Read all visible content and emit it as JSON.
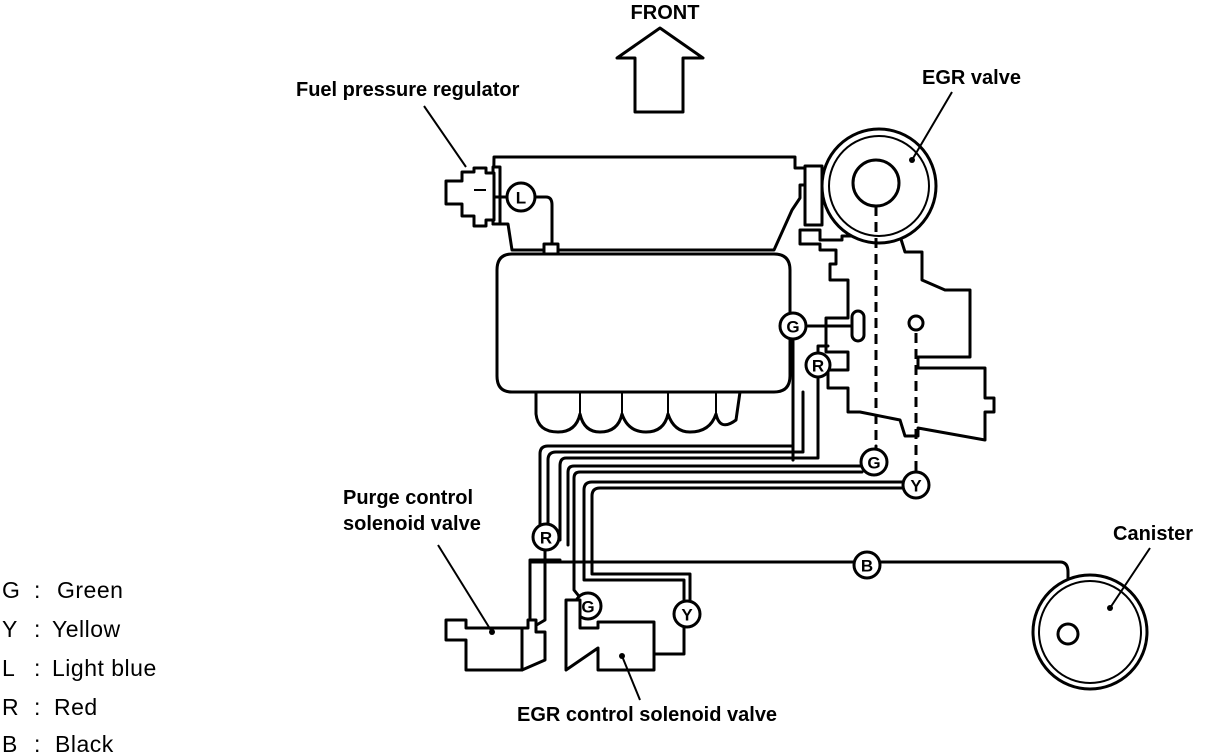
{
  "labels": {
    "front": "FRONT",
    "fuel_pressure_regulator": "Fuel pressure regulator",
    "egr_valve": "EGR valve",
    "purge_control_line1": "Purge control",
    "purge_control_line2": "solenoid valve",
    "canister": "Canister",
    "egr_control_solenoid": "EGR control solenoid valve"
  },
  "hose_tags": {
    "light_blue": "L",
    "green": "G",
    "red": "R",
    "yellow": "Y",
    "black": "B"
  },
  "legend": [
    {
      "code": "G",
      "sep": ":",
      "name": "Green"
    },
    {
      "code": "Y",
      "sep": ":",
      "name": "Yellow"
    },
    {
      "code": "L",
      "sep": ":",
      "name": "Light  blue"
    },
    {
      "code": "R",
      "sep": ":",
      "name": "Red"
    },
    {
      "code": "B",
      "sep": ":",
      "name": "Black"
    }
  ]
}
